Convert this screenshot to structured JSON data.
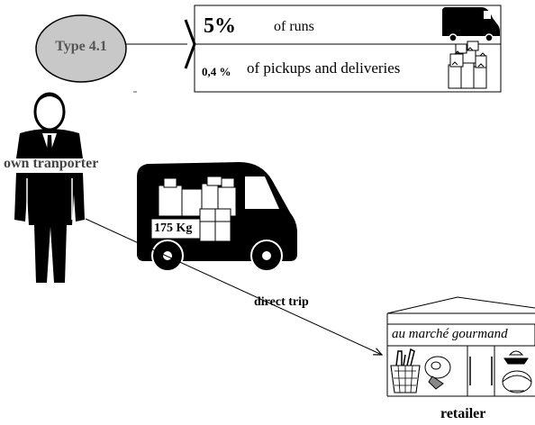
{
  "type_label": "Type 4.1",
  "stats": {
    "row1_value": "5%",
    "row1_text": "of runs",
    "row2_value": "0,4 %",
    "row2_text": "of pickups and deliveries"
  },
  "actor_label": "own tranporter",
  "load_label": "175 Kg",
  "trip_label": "direct trip",
  "shop_sign": "au marché gourmand",
  "destination_label": "retailer",
  "colors": {
    "ellipse_fill": "#c8c8c8",
    "ellipse_text": "#555555",
    "ink": "#000000"
  }
}
